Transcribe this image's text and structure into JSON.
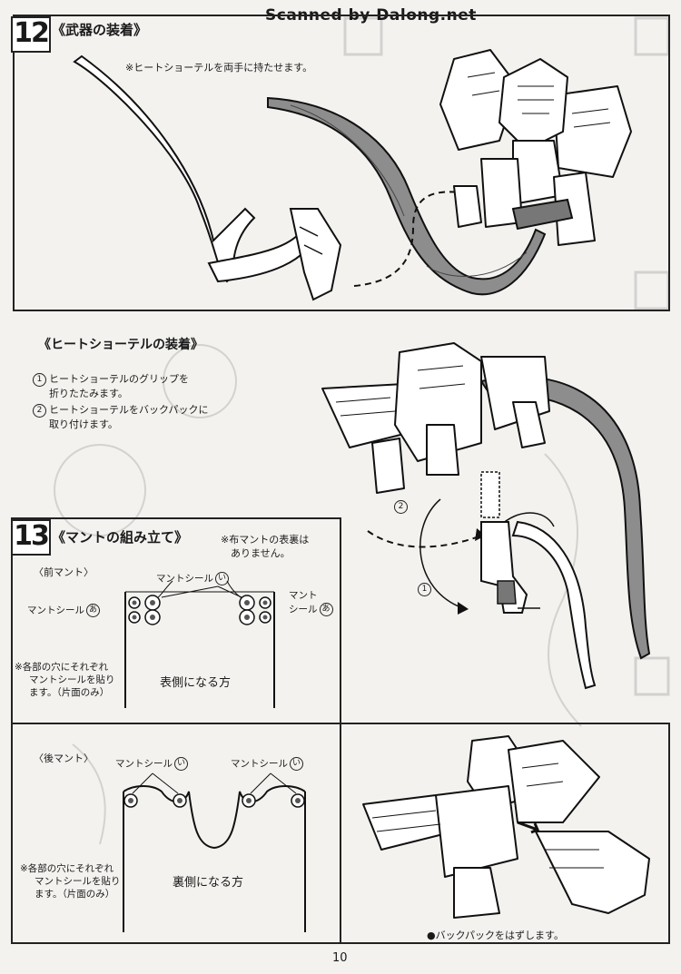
{
  "watermark": "Scanned by Dalong.net",
  "page_number": "10",
  "step12": {
    "number": "12",
    "title": "《武器の装着》",
    "note": "※ヒートショーテルを両手に持たせます。"
  },
  "heat_shotel": {
    "title": "《ヒートショーテルの装着》",
    "steps": [
      {
        "num": "1",
        "line1": "ヒートショーテルのグリップを",
        "line2": "折りたたみます。"
      },
      {
        "num": "2",
        "line1": "ヒートショーテルをバックパックに",
        "line2": "取り付けます。"
      }
    ],
    "callout_1": "1",
    "callout_2": "2"
  },
  "step13": {
    "number": "13",
    "title": "《マントの組み立て》",
    "note_line1": "※布マントの表裏は",
    "note_line2": "ありません。",
    "front_mantle": {
      "label": "〈前マント〉",
      "seal_i": "マントシール",
      "seal_i_mark": "い",
      "seal_a_left": "マントシール",
      "seal_a_right_line1": "マント",
      "seal_a_right_line2": "シール",
      "seal_a_mark": "あ",
      "side_text": "表側になる方",
      "instr_line1": "※各部の穴にそれぞれ",
      "instr_line2": "マントシールを貼り",
      "instr_line3": "ます。（片面のみ）"
    },
    "rear_mantle": {
      "label": "〈後マント〉",
      "seal_left": "マントシール",
      "seal_right": "マントシール",
      "seal_mark": "い",
      "side_text": "裏側になる方",
      "instr_line1": "※各部の穴にそれぞれ",
      "instr_line2": "マントシールを貼り",
      "instr_line3": "ます。（片面のみ）"
    },
    "backpack_caption": "●バックパックをはずします。"
  }
}
